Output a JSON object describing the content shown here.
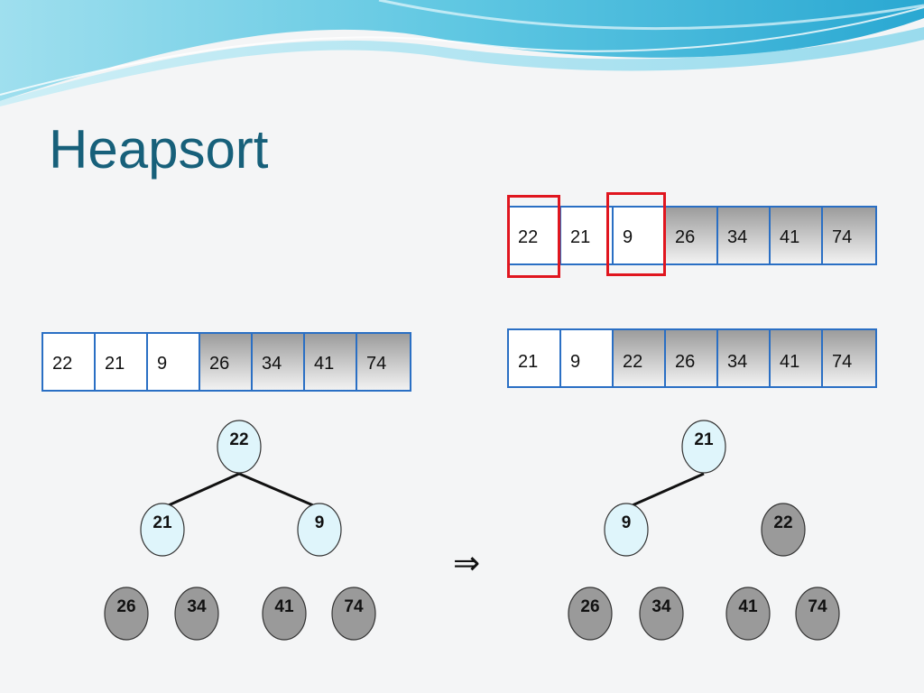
{
  "slide": {
    "title": "Heapsort",
    "implies_symbol": "⇒"
  },
  "colors": {
    "title": "#17607a",
    "array_border": "#2a6fc4",
    "highlight": "#e0161f",
    "heap_node": "#dff5fb",
    "sorted_node": "#9a9a9a"
  },
  "array_before": {
    "cells": [
      {
        "value": "22",
        "sorted": false
      },
      {
        "value": "21",
        "sorted": false
      },
      {
        "value": "9",
        "sorted": false
      },
      {
        "value": "26",
        "sorted": true
      },
      {
        "value": "34",
        "sorted": true
      },
      {
        "value": "41",
        "sorted": true
      },
      {
        "value": "74",
        "sorted": true
      }
    ]
  },
  "array_swap": {
    "cells": [
      {
        "value": "22",
        "sorted": false
      },
      {
        "value": "21",
        "sorted": false
      },
      {
        "value": "9",
        "sorted": false
      },
      {
        "value": "26",
        "sorted": true
      },
      {
        "value": "34",
        "sorted": true
      },
      {
        "value": "41",
        "sorted": true
      },
      {
        "value": "74",
        "sorted": true
      }
    ],
    "highlighted_indices": [
      0,
      2
    ]
  },
  "array_after": {
    "cells": [
      {
        "value": "21",
        "sorted": false
      },
      {
        "value": "9",
        "sorted": false
      },
      {
        "value": "22",
        "sorted": true
      },
      {
        "value": "26",
        "sorted": true
      },
      {
        "value": "34",
        "sorted": true
      },
      {
        "value": "41",
        "sorted": true
      },
      {
        "value": "74",
        "sorted": true
      }
    ]
  },
  "tree_before": {
    "nodes": [
      {
        "id": "n0",
        "label": "22",
        "sorted": false
      },
      {
        "id": "n1",
        "label": "21",
        "sorted": false
      },
      {
        "id": "n2",
        "label": "9",
        "sorted": false
      },
      {
        "id": "n3",
        "label": "26",
        "sorted": true
      },
      {
        "id": "n4",
        "label": "34",
        "sorted": true
      },
      {
        "id": "n5",
        "label": "41",
        "sorted": true
      },
      {
        "id": "n6",
        "label": "74",
        "sorted": true
      }
    ],
    "edges": [
      [
        "n0",
        "n1"
      ],
      [
        "n0",
        "n2"
      ]
    ]
  },
  "tree_after": {
    "nodes": [
      {
        "id": "m0",
        "label": "21",
        "sorted": false
      },
      {
        "id": "m1",
        "label": "9",
        "sorted": false
      },
      {
        "id": "m2",
        "label": "22",
        "sorted": true
      },
      {
        "id": "m3",
        "label": "26",
        "sorted": true
      },
      {
        "id": "m4",
        "label": "34",
        "sorted": true
      },
      {
        "id": "m5",
        "label": "41",
        "sorted": true
      },
      {
        "id": "m6",
        "label": "74",
        "sorted": true
      }
    ],
    "edges": [
      [
        "m0",
        "m1"
      ]
    ]
  }
}
